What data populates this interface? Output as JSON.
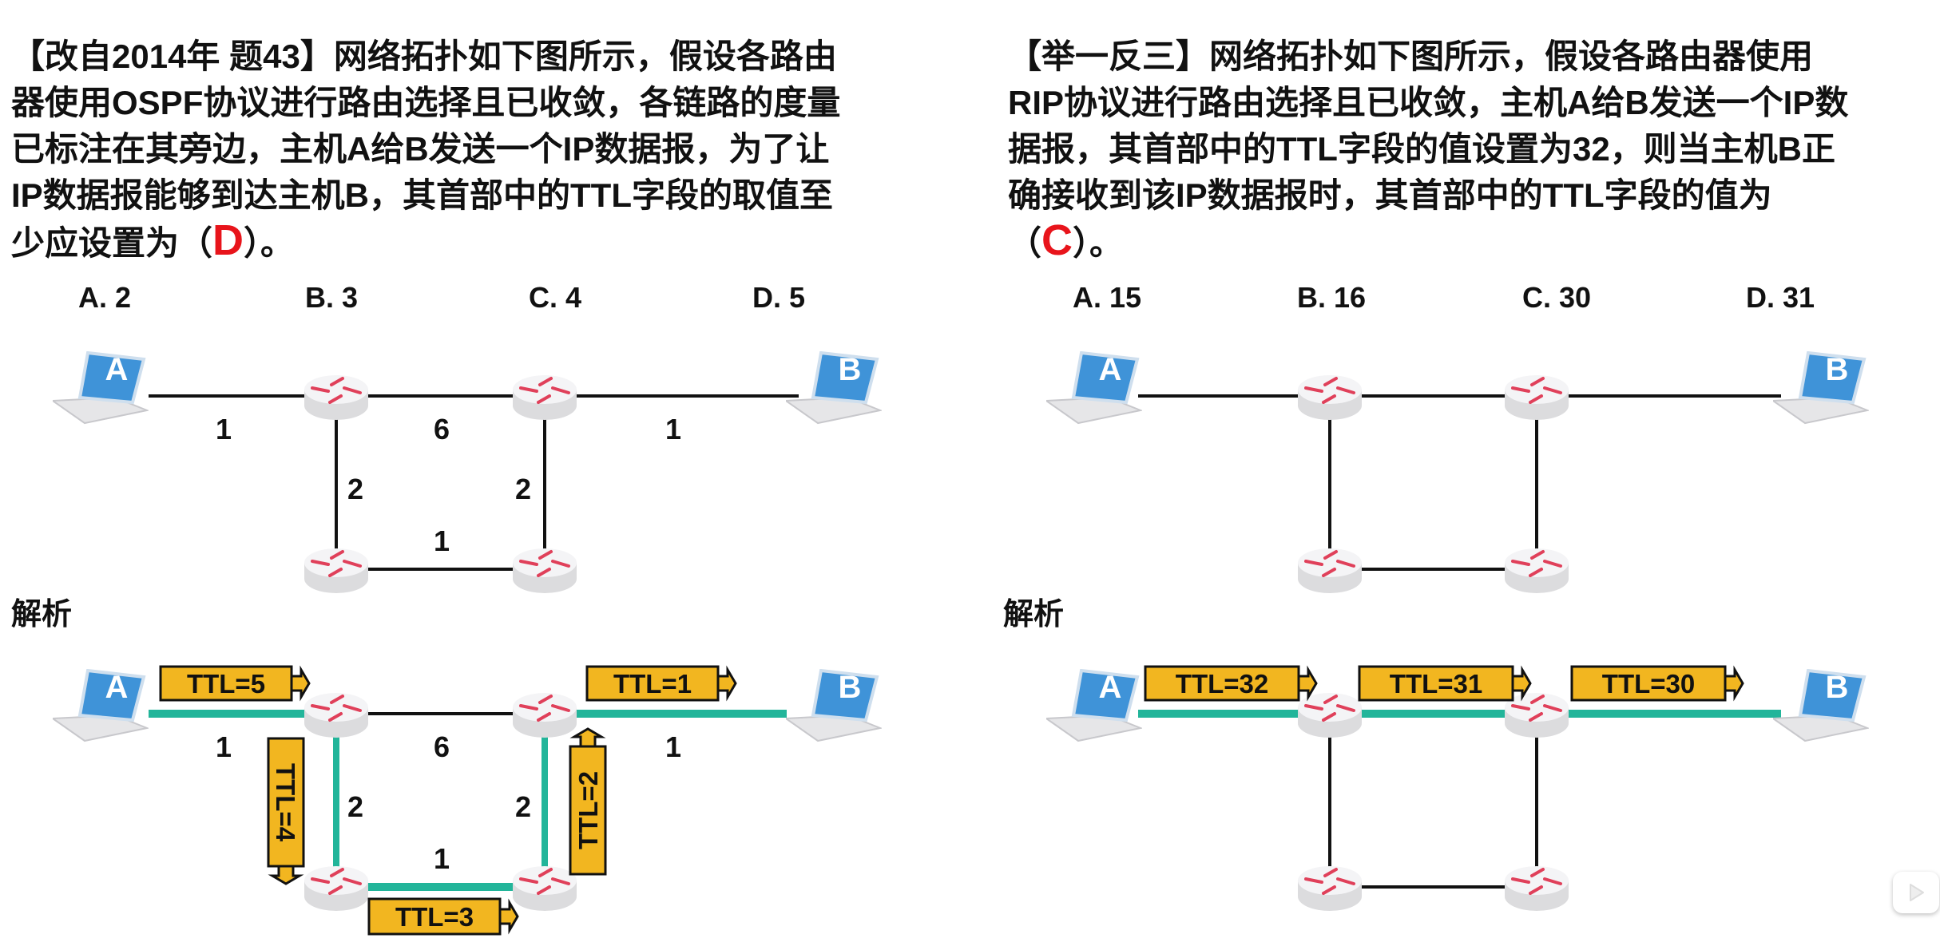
{
  "left": {
    "question_lines": [
      "【改自2014年 题43】网络拓扑如下图所示，假设各路由",
      "器使用OSPF协议进行路由选择且已收敛，各链路的度量",
      "已标注在其旁边，主机A给B发送一个IP数据报，为了让",
      "IP数据报能够到达主机B，其首部中的TTL字段的取值至"
    ],
    "last_line_pre": "少应设置为（",
    "answer": "D",
    "last_line_post": "）。",
    "options": [
      "A. 2",
      "B. 3",
      "C. 4",
      "D. 5"
    ],
    "analysis_label": "解析",
    "host_a": "A",
    "host_b": "B",
    "metrics": {
      "a_r1": "1",
      "r1_r2": "6",
      "r2_b": "1",
      "r1_r3": "2",
      "r2_r4": "2",
      "r3_r4": "1"
    },
    "ttl_labels": [
      "TTL=5",
      "TTL=4",
      "TTL=3",
      "TTL=2",
      "TTL=1"
    ]
  },
  "right": {
    "question_lines": [
      "【举一反三】网络拓扑如下图所示，假设各路由器使用",
      "RIP协议进行路由选择且已收敛，主机A给B发送一个IP数",
      "据报，其首部中的TTL字段的值设置为32，则当主机B正",
      "确接收到该IP数据报时，其首部中的TTL字段的值为"
    ],
    "last_line_pre": "（",
    "answer": "C",
    "last_line_post": "）。",
    "options": [
      "A. 15",
      "B. 16",
      "C. 30",
      "D. 31"
    ],
    "analysis_label": "解析",
    "host_a": "A",
    "host_b": "B",
    "ttl_labels": [
      "TTL=32",
      "TTL=31",
      "TTL=30"
    ]
  },
  "colors": {
    "path": "#22b59a",
    "ttl_box": "#f2b620",
    "answer": "#e8141b",
    "screen": "#3f93d8"
  },
  "icons": {
    "player": "tv-play-icon"
  }
}
